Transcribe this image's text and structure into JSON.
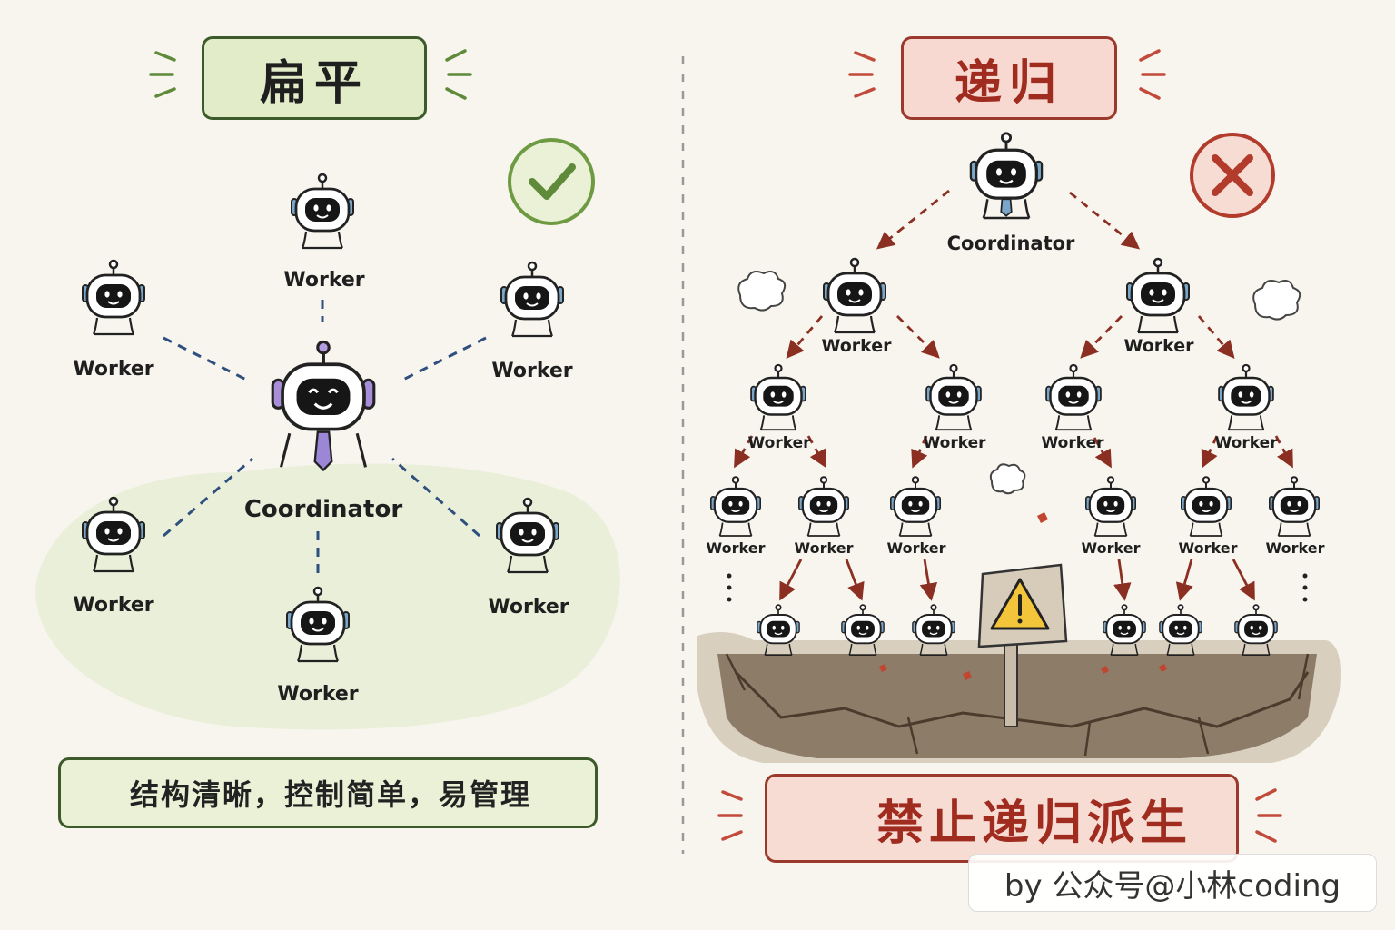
{
  "left_panel": {
    "title": "扁平",
    "coordinator_label": "Coordinator",
    "worker_label": "Worker",
    "status_icon": "check-icon",
    "note": "结构清晰，控制简单，易管理",
    "note_icon": "star-icon",
    "accent_color": "#3c5a2a"
  },
  "right_panel": {
    "title": "递归",
    "coordinator_label": "Coordinator",
    "worker_label": "Worker",
    "status_icon": "cross-icon",
    "banner": "禁止递归派生",
    "banner_icon": "cross-icon",
    "sign_icon": "warning-icon",
    "accent_color": "#a02b1f"
  },
  "watermark": "by 公众号@小林coding"
}
